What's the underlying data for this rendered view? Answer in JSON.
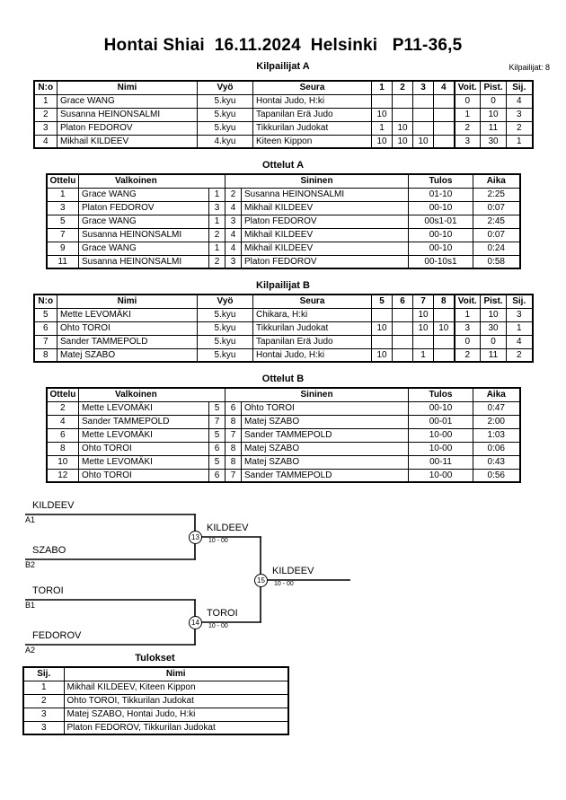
{
  "header": {
    "title": "Hontai Shiai  16.11.2024  Helsinki   P11-36,5",
    "entrants_label": "Kilpailijat: 8"
  },
  "pools": [
    {
      "title": "Kilpailijat A",
      "columns": {
        "no": "N:o",
        "name": "Nimi",
        "belt": "Vyö",
        "club": "Seura",
        "opponents": [
          "1",
          "2",
          "3",
          "4"
        ],
        "wins": "Voit.",
        "points": "Pist.",
        "rank": "Sij."
      },
      "rows": [
        {
          "no": "1",
          "name": "Grace WANG",
          "belt": "5.kyu",
          "club": "Hontai Judo, H:ki",
          "scores": [
            "",
            "",
            "",
            ""
          ],
          "wins": "0",
          "points": "0",
          "rank": "4"
        },
        {
          "no": "2",
          "name": "Susanna HEINONSALMI",
          "belt": "5.kyu",
          "club": "Tapanilan Erä Judo",
          "scores": [
            "10",
            "",
            "",
            ""
          ],
          "wins": "1",
          "points": "10",
          "rank": "3"
        },
        {
          "no": "3",
          "name": "Platon FEDOROV",
          "belt": "5.kyu",
          "club": "Tikkurilan Judokat",
          "scores": [
            "1",
            "10",
            "",
            ""
          ],
          "wins": "2",
          "points": "11",
          "rank": "2"
        },
        {
          "no": "4",
          "name": "Mikhail KILDEEV",
          "belt": "4.kyu",
          "club": "Kiteen Kippon",
          "scores": [
            "10",
            "10",
            "10",
            ""
          ],
          "wins": "3",
          "points": "30",
          "rank": "1"
        }
      ]
    },
    {
      "title": "Kilpailijat B",
      "columns": {
        "no": "N:o",
        "name": "Nimi",
        "belt": "Vyö",
        "club": "Seura",
        "opponents": [
          "5",
          "6",
          "7",
          "8"
        ],
        "wins": "Voit.",
        "points": "Pist.",
        "rank": "Sij."
      },
      "rows": [
        {
          "no": "5",
          "name": "Mette LEVOMÄKI",
          "belt": "5.kyu",
          "club": "Chikara, H:ki",
          "scores": [
            "",
            "",
            "10",
            ""
          ],
          "wins": "1",
          "points": "10",
          "rank": "3"
        },
        {
          "no": "6",
          "name": "Ohto TOROI",
          "belt": "5.kyu",
          "club": "Tikkurilan Judokat",
          "scores": [
            "10",
            "",
            "10",
            "10"
          ],
          "wins": "3",
          "points": "30",
          "rank": "1"
        },
        {
          "no": "7",
          "name": "Sander TAMMEPOLD",
          "belt": "5.kyu",
          "club": "Tapanilan Erä Judo",
          "scores": [
            "",
            "",
            "",
            ""
          ],
          "wins": "0",
          "points": "0",
          "rank": "4"
        },
        {
          "no": "8",
          "name": "Matej SZABO",
          "belt": "5.kyu",
          "club": "Hontai Judo, H:ki",
          "scores": [
            "10",
            "",
            "1",
            ""
          ],
          "wins": "2",
          "points": "11",
          "rank": "2"
        }
      ]
    }
  ],
  "matchlists": [
    {
      "title": "Ottelut A",
      "columns": {
        "num": "Ottelu",
        "white": "Valkoinen",
        "blue": "Sininen",
        "result": "Tulos",
        "time": "Aika"
      },
      "rows": [
        {
          "num": "1",
          "white": "Grace WANG",
          "wn": "1",
          "bn": "2",
          "blue": "Susanna HEINONSALMI",
          "result": "01-10",
          "time": "2:25"
        },
        {
          "num": "3",
          "white": "Platon FEDOROV",
          "wn": "3",
          "bn": "4",
          "blue": "Mikhail KILDEEV",
          "result": "00-10",
          "time": "0:07"
        },
        {
          "num": "5",
          "white": "Grace WANG",
          "wn": "1",
          "bn": "3",
          "blue": "Platon FEDOROV",
          "result": "00s1-01",
          "time": "2:45"
        },
        {
          "num": "7",
          "white": "Susanna HEINONSALMI",
          "wn": "2",
          "bn": "4",
          "blue": "Mikhail KILDEEV",
          "result": "00-10",
          "time": "0:07"
        },
        {
          "num": "9",
          "white": "Grace WANG",
          "wn": "1",
          "bn": "4",
          "blue": "Mikhail KILDEEV",
          "result": "00-10",
          "time": "0:24"
        },
        {
          "num": "11",
          "white": "Susanna HEINONSALMI",
          "wn": "2",
          "bn": "3",
          "blue": "Platon FEDOROV",
          "result": "00-10s1",
          "time": "0:58"
        }
      ]
    },
    {
      "title": "Ottelut B",
      "columns": {
        "num": "Ottelu",
        "white": "Valkoinen",
        "blue": "Sininen",
        "result": "Tulos",
        "time": "Aika"
      },
      "rows": [
        {
          "num": "2",
          "white": "Mette LEVOMÄKI",
          "wn": "5",
          "bn": "6",
          "blue": "Ohto TOROI",
          "result": "00-10",
          "time": "0:47"
        },
        {
          "num": "4",
          "white": "Sander TAMMEPOLD",
          "wn": "7",
          "bn": "8",
          "blue": "Matej SZABO",
          "result": "00-01",
          "time": "2:00"
        },
        {
          "num": "6",
          "white": "Mette LEVOMÄKI",
          "wn": "5",
          "bn": "7",
          "blue": "Sander TAMMEPOLD",
          "result": "10-00",
          "time": "1:03"
        },
        {
          "num": "8",
          "white": "Ohto TOROI",
          "wn": "6",
          "bn": "8",
          "blue": "Matej SZABO",
          "result": "10-00",
          "time": "0:06"
        },
        {
          "num": "10",
          "white": "Mette LEVOMÄKI",
          "wn": "5",
          "bn": "8",
          "blue": "Matej SZABO",
          "result": "00-11",
          "time": "0:43"
        },
        {
          "num": "12",
          "white": "Ohto TOROI",
          "wn": "6",
          "bn": "7",
          "blue": "Sander TAMMEPOLD",
          "result": "10-00",
          "time": "0:56"
        }
      ]
    }
  ],
  "bracket": {
    "entries": [
      {
        "name": "KILDEEV",
        "seed": "A1"
      },
      {
        "name": "SZABO",
        "seed": "B2"
      },
      {
        "name": "TOROI",
        "seed": "B1"
      },
      {
        "name": "FEDOROV",
        "seed": "A2"
      }
    ],
    "matches": [
      {
        "number": "13",
        "winner": "KILDEEV",
        "score": "10 - 00"
      },
      {
        "number": "14",
        "winner": "TOROI",
        "score": "10 - 00"
      },
      {
        "number": "15",
        "winner": "KILDEEV",
        "score": "10 - 00"
      }
    ]
  },
  "results": {
    "title": "Tulokset",
    "columns": {
      "rank": "Sij.",
      "name": "Nimi"
    },
    "rows": [
      {
        "rank": "1",
        "name": "Mikhail KILDEEV, Kiteen Kippon"
      },
      {
        "rank": "2",
        "name": "Ohto TOROI, Tikkurilan Judokat"
      },
      {
        "rank": "3",
        "name": "Matej SZABO, Hontai Judo, H:ki"
      },
      {
        "rank": "3",
        "name": "Platon FEDOROV, Tikkurilan Judokat"
      }
    ]
  }
}
